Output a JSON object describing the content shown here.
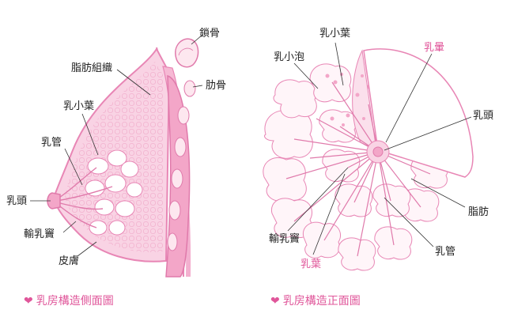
{
  "side_view": {
    "labels": {
      "clavicle": "鎖骨",
      "rib": "肋骨",
      "fat": "脂肪組織",
      "lobule": "乳小葉",
      "duct": "乳管",
      "nipple": "乳頭",
      "sinus": "輸乳竇",
      "skin": "皮膚"
    },
    "caption": "乳房構造側面圖"
  },
  "front_view": {
    "labels": {
      "lobule": "乳小葉",
      "alveolus": "乳小泡",
      "areola": "乳暈",
      "nipple": "乳頭",
      "fat": "脂肪",
      "sinus": "輸乳竇",
      "duct": "乳管",
      "lobe": "乳葉"
    },
    "caption": "乳房構造正面圖"
  },
  "caption_icon": "heart-icon",
  "colors": {
    "accent": "#e0569a",
    "tissue": "#f6b9d4",
    "outline": "#e886b5",
    "bone": "#fde7ef"
  }
}
